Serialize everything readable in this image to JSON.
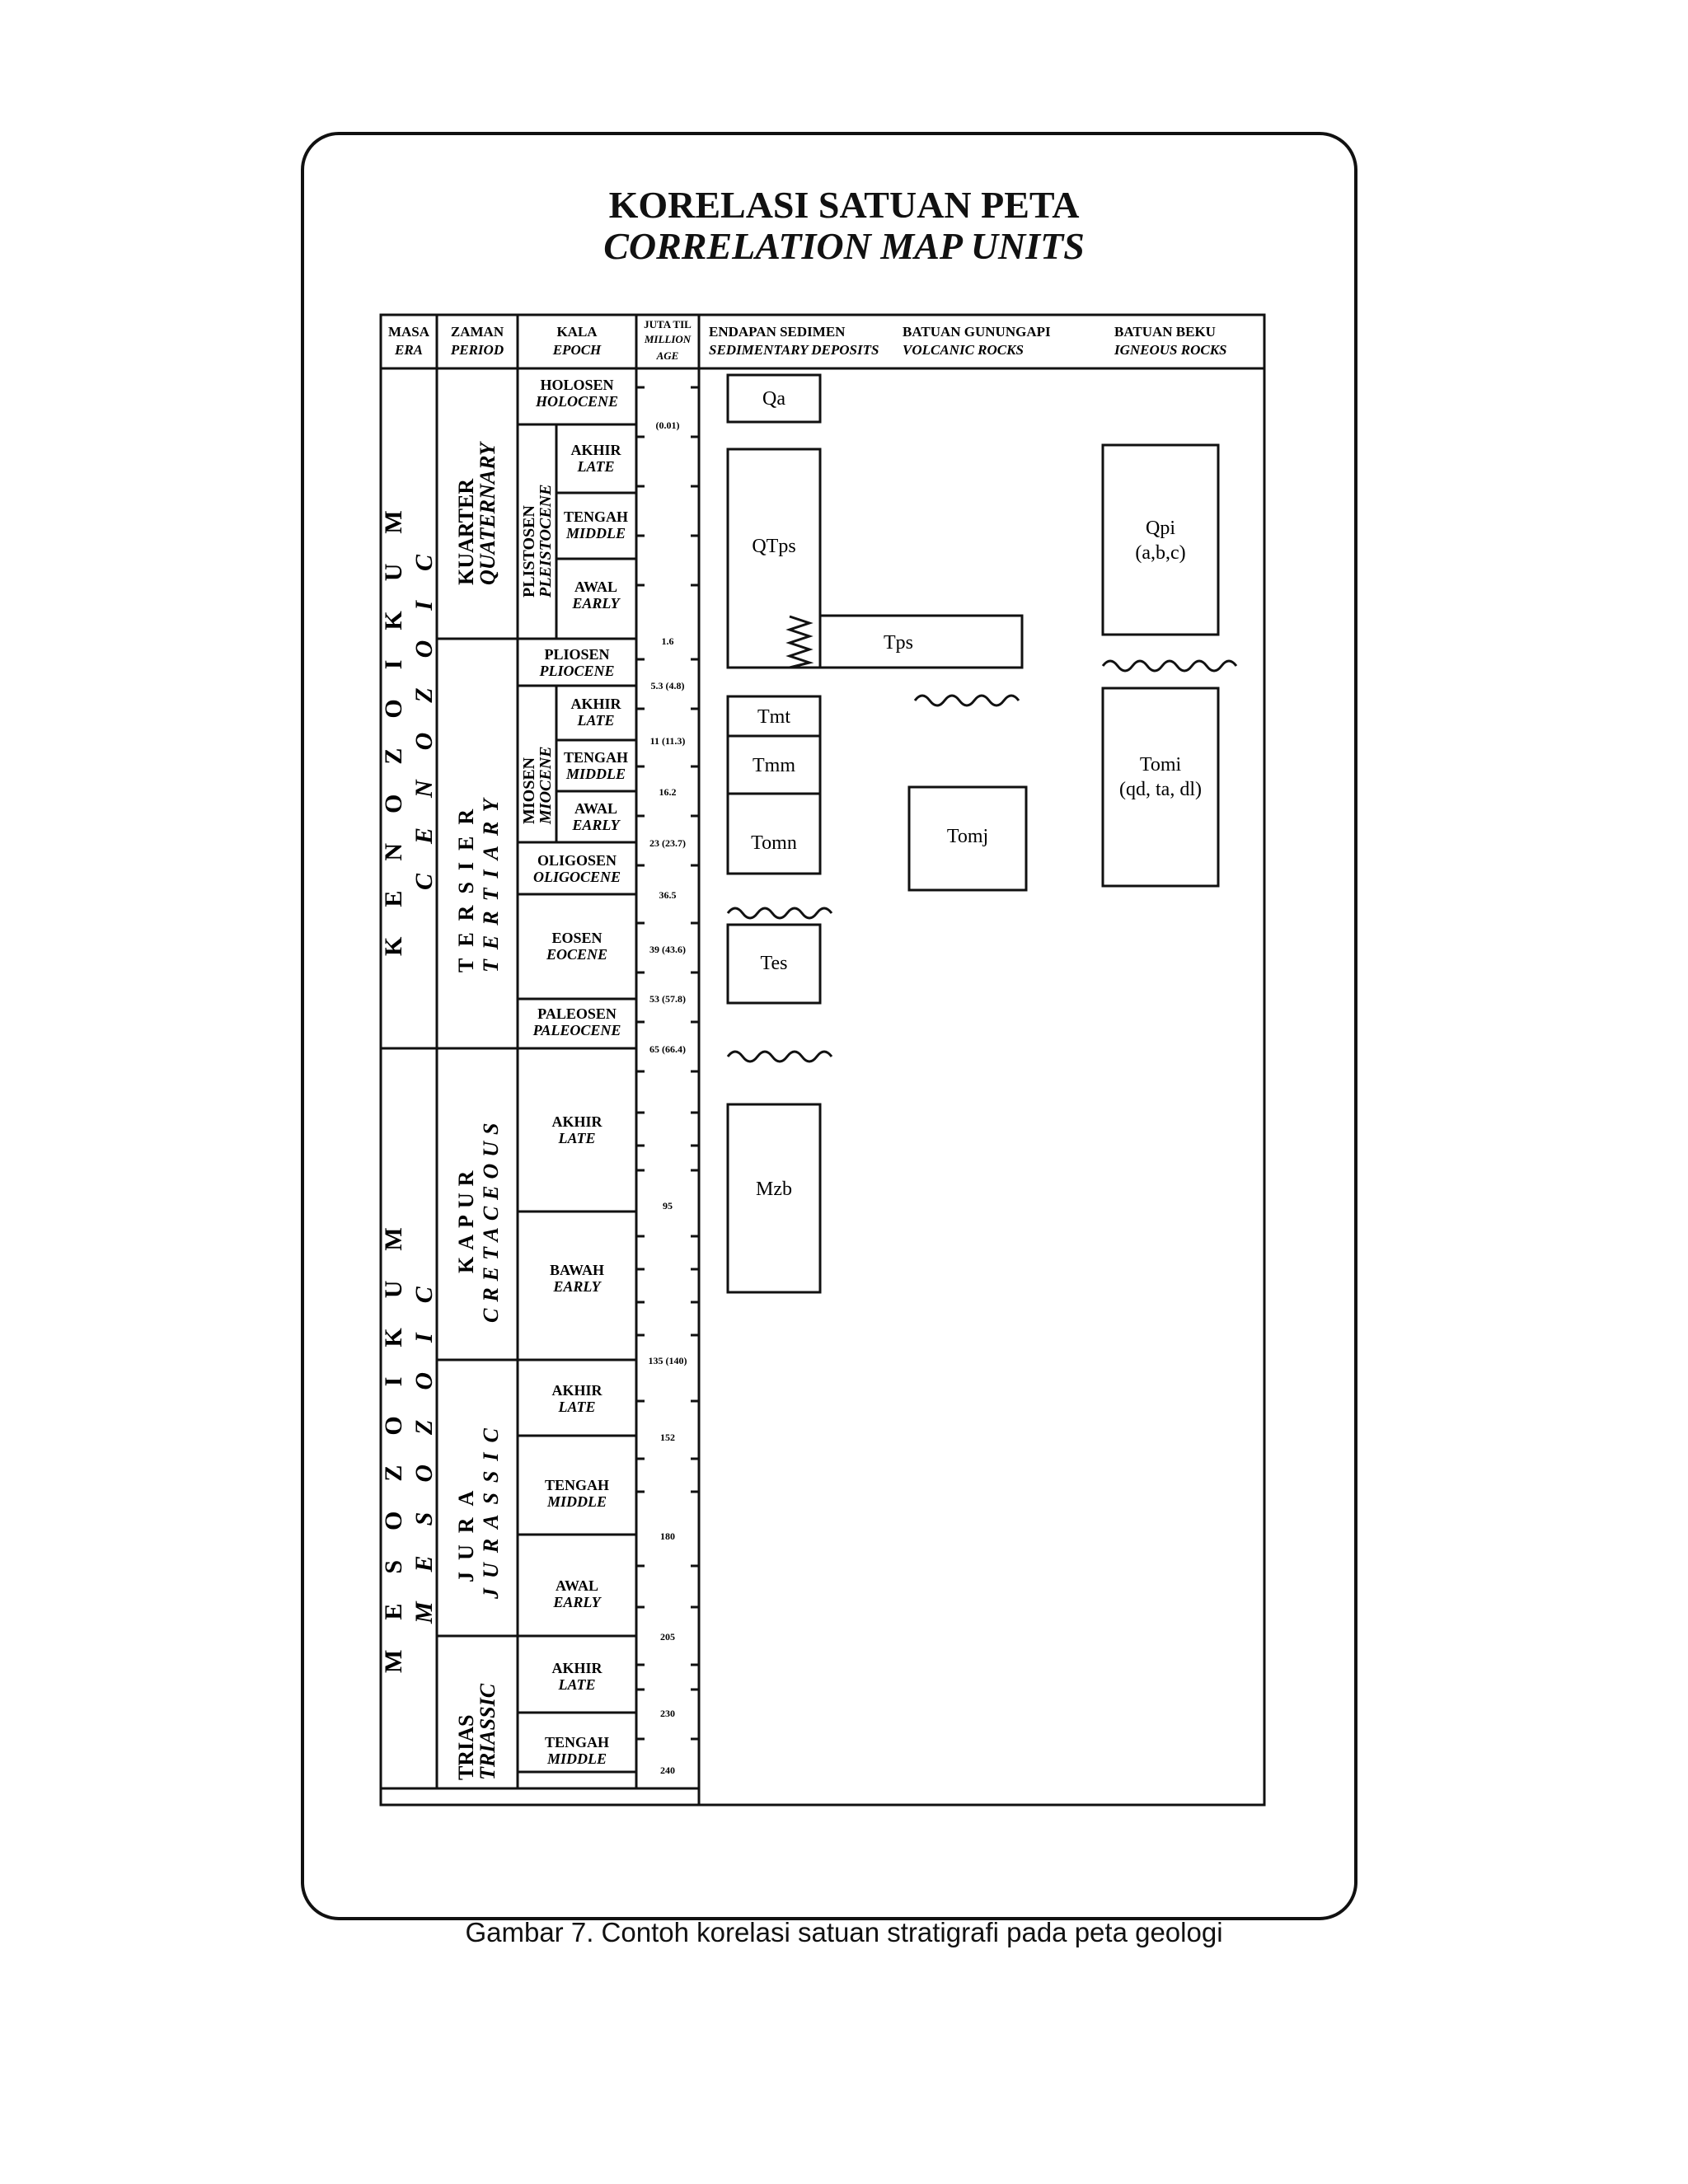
{
  "title": "KORELASI SATUAN PETA",
  "title_en": "CORRELATION MAP UNITS",
  "caption": "Gambar 7. Contoh korelasi satuan stratigrafi pada peta geologi",
  "headers": {
    "era": "MASA",
    "era_en": "ERA",
    "period": "ZAMAN",
    "period_en": "PERIOD",
    "epoch": "KALA",
    "epoch_en": "EPOCH",
    "age": "JUTA TIL",
    "age_en1": "MILLION",
    "age_en2": "AGE",
    "sed": "ENDAPAN SEDIMEN",
    "sed_en": "SEDIMENTARY DEPOSITS",
    "vol": "BATUAN GUNUNGAPI",
    "vol_en": "VOLCANIC ROCKS",
    "ign": "BATUAN BEKU",
    "ign_en": "IGNEOUS ROCKS"
  },
  "eras": [
    {
      "name": "KENOZOIKUM",
      "name_en": "CENOZOIC"
    },
    {
      "name": "MESOZOIKUM",
      "name_en": "MESOZOIC"
    }
  ],
  "periods": [
    {
      "name": "KUARTER",
      "name_en": "QUATERNARY"
    },
    {
      "name": "TERSIER",
      "name_en": "TERTIARY"
    },
    {
      "name": "KAPUR",
      "name_en": "CRETACEOUS"
    },
    {
      "name": "JURA",
      "name_en": "JURASSIC"
    },
    {
      "name": "TRIAS",
      "name_en": "TRIASSIC"
    }
  ],
  "subepochs": [
    {
      "name": "PLISTOSEN",
      "name_en": "PLEISTOCENE"
    },
    {
      "name": "MIOSEN",
      "name_en": "MIOCENE"
    }
  ],
  "epochs": [
    {
      "name": "HOLOSEN",
      "name_en": "HOLOCENE"
    },
    {
      "name": "AKHIR",
      "name_en": "LATE"
    },
    {
      "name": "TENGAH",
      "name_en": "MIDDLE"
    },
    {
      "name": "AWAL",
      "name_en": "EARLY"
    },
    {
      "name": "PLIOSEN",
      "name_en": "PLIOCENE"
    },
    {
      "name": "AKHIR",
      "name_en": "LATE"
    },
    {
      "name": "TENGAH",
      "name_en": "MIDDLE"
    },
    {
      "name": "AWAL",
      "name_en": "EARLY"
    },
    {
      "name": "OLIGOSEN",
      "name_en": "OLIGOCENE"
    },
    {
      "name": "EOSEN",
      "name_en": "EOCENE"
    },
    {
      "name": "PALEOSEN",
      "name_en": "PALEOCENE"
    },
    {
      "name": "AKHIR",
      "name_en": "LATE"
    },
    {
      "name": "BAWAH",
      "name_en": "EARLY"
    },
    {
      "name": "AKHIR",
      "name_en": "LATE"
    },
    {
      "name": "TENGAH",
      "name_en": "MIDDLE"
    },
    {
      "name": "AWAL",
      "name_en": "EARLY"
    },
    {
      "name": "AKHIR",
      "name_en": "LATE"
    },
    {
      "name": "TENGAH",
      "name_en": "MIDDLE"
    }
  ],
  "ages": [
    "(0.01)",
    "1.6",
    "5.3 (4.8)",
    "11 (11.3)",
    "16.2",
    "23 (23.7)",
    "36.5",
    "39 (43.6)",
    "53 (57.8)",
    "65 (66.4)",
    "95",
    "135 (140)",
    "152",
    "180",
    "205",
    "230",
    "240"
  ],
  "units": {
    "qa": "Qa",
    "qtps": "QTps",
    "tps": "Tps",
    "tmt": "Tmt",
    "tmm": "Tmm",
    "tomn": "Tomn",
    "tomj": "Tomj",
    "tes": "Tes",
    "mzb": "Mzb",
    "qpi": "Qpi",
    "qpi_sub": "(a,b,c)",
    "tomi": "Tomi",
    "tomi_sub": "(qd, ta, dl)"
  }
}
